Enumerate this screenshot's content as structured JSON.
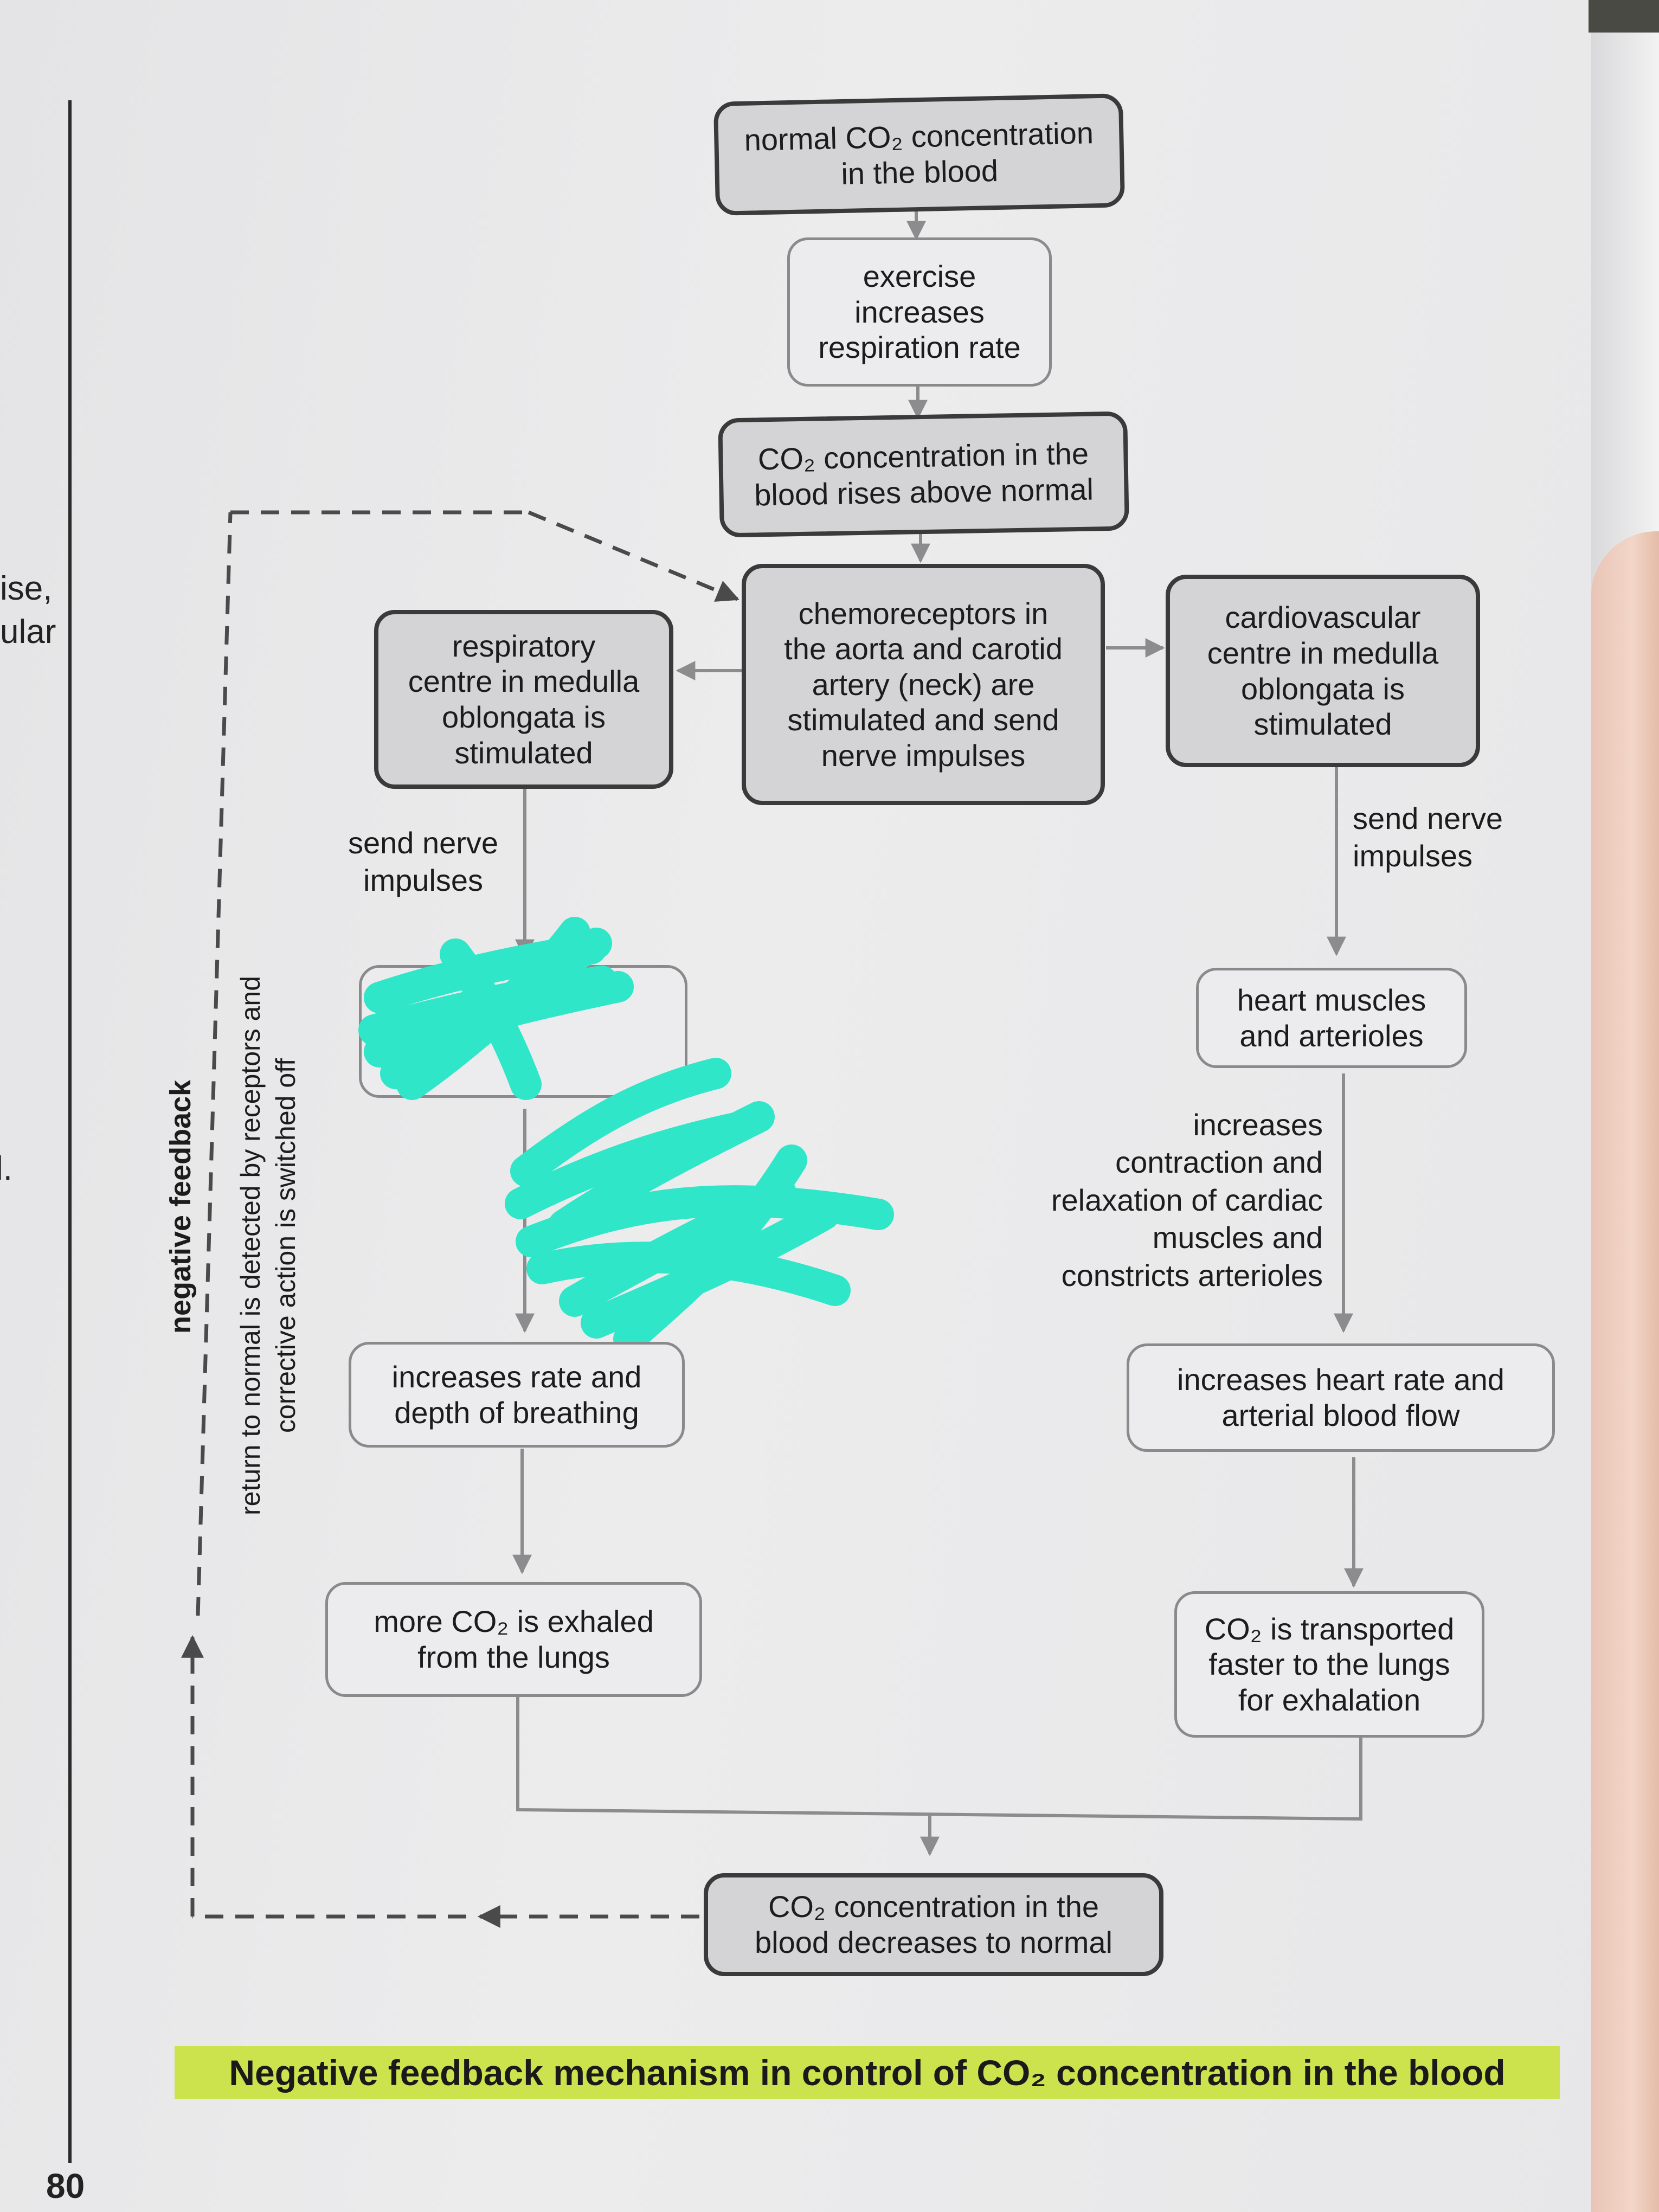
{
  "margin_fragments": [
    "ise,",
    "ular",
    "l."
  ],
  "page_number": "80",
  "boxes": {
    "normal_co2": [
      "normal CO₂ concentration",
      "in the blood"
    ],
    "exercise": [
      "exercise",
      "increases",
      "respiration rate"
    ],
    "co2_rises": [
      "CO₂ concentration in the",
      "blood rises above normal"
    ],
    "chemoreceptors": [
      "chemoreceptors in",
      "the aorta and carotid",
      "artery (neck) are",
      "stimulated and send",
      "nerve impulses"
    ],
    "respiratory_centre": [
      "respiratory",
      "centre in medulla",
      "oblongata is",
      "stimulated"
    ],
    "cardiovascular_centre": [
      "cardiovascular",
      "centre in medulla",
      "oblongata is",
      "stimulated"
    ],
    "heart_muscles": [
      "heart muscles",
      "and arterioles"
    ],
    "breathing": [
      "increases rate and",
      "depth of breathing"
    ],
    "heart_rate": [
      "increases heart rate and",
      "arterial blood flow"
    ],
    "exhaled": [
      "more CO₂ is exhaled",
      "from the lungs"
    ],
    "transported": [
      "CO₂ is transported",
      "faster to the lungs",
      "for exhalation"
    ],
    "co2_decreases": [
      "CO₂ concentration in the",
      "blood decreases to normal"
    ]
  },
  "labels": {
    "send_nerve_left": [
      "send nerve",
      "impulses"
    ],
    "send_nerve_right": [
      "send nerve",
      "impulses"
    ],
    "cardiac_effect": [
      "increases",
      "contraction and",
      "relaxation of cardiac",
      "muscles and",
      "constricts arterioles"
    ],
    "negative_feedback": "negative feedback",
    "return_to_normal": [
      "return to normal is detected by receptors and",
      "corrective action is switched off"
    ]
  },
  "caption": "Negative feedback mechanism in control of CO₂ concentration in the blood",
  "colors": {
    "caption_highlight": "#cde34e",
    "scribble": "#2fe6c8",
    "arrow": "#8c8c8e"
  }
}
